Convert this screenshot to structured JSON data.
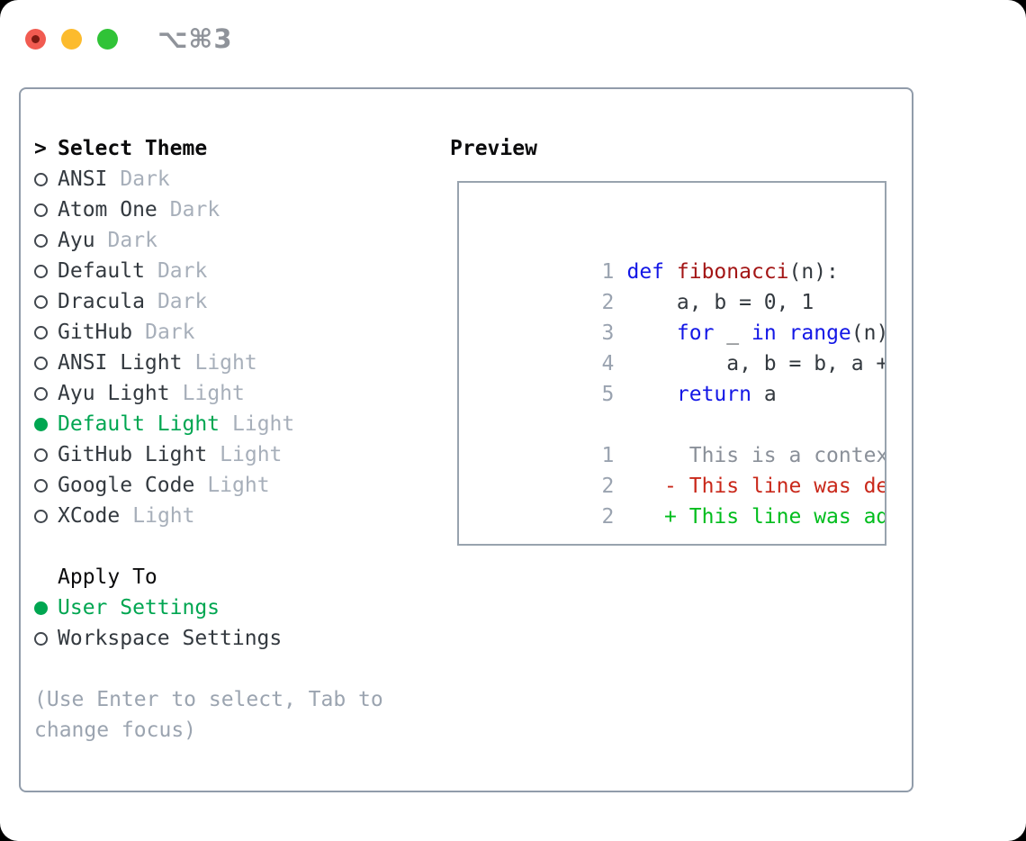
{
  "window": {
    "shortcut": "⌥⌘3",
    "traffic_lights": [
      {
        "name": "close",
        "color": "#f15b51"
      },
      {
        "name": "minimize",
        "color": "#fcbb2d"
      },
      {
        "name": "zoom",
        "color": "#30c337"
      }
    ]
  },
  "theme_panel": {
    "prompt": ">",
    "title": "Select Theme",
    "items": [
      {
        "name": "ANSI",
        "variant": "Dark",
        "selected": false
      },
      {
        "name": "Atom One",
        "variant": "Dark",
        "selected": false
      },
      {
        "name": "Ayu",
        "variant": "Dark",
        "selected": false
      },
      {
        "name": "Default",
        "variant": "Dark",
        "selected": false
      },
      {
        "name": "Dracula",
        "variant": "Dark",
        "selected": false
      },
      {
        "name": "GitHub",
        "variant": "Dark",
        "selected": false
      },
      {
        "name": "ANSI Light",
        "variant": "Light",
        "selected": false
      },
      {
        "name": "Ayu Light",
        "variant": "Light",
        "selected": false
      },
      {
        "name": "Default Light",
        "variant": "Light",
        "selected": true
      },
      {
        "name": "GitHub Light",
        "variant": "Light",
        "selected": false
      },
      {
        "name": "Google Code",
        "variant": "Light",
        "selected": false
      },
      {
        "name": "XCode",
        "variant": "Light",
        "selected": false
      }
    ]
  },
  "apply_to": {
    "title": "Apply To",
    "options": [
      {
        "label": "User Settings",
        "selected": true
      },
      {
        "label": "Workspace Settings",
        "selected": false
      }
    ]
  },
  "help_text": "(Use Enter to select, Tab to change focus)",
  "preview": {
    "title": "Preview",
    "code_lines": [
      {
        "num": "1",
        "segments": [
          {
            "c": "k",
            "t": "def"
          },
          {
            "c": "p",
            "t": " "
          },
          {
            "c": "fn",
            "t": "fibonacci"
          },
          {
            "c": "p",
            "t": "(n):"
          }
        ]
      },
      {
        "num": "2",
        "segments": [
          {
            "c": "p",
            "t": "    a, b = 0, 1"
          }
        ]
      },
      {
        "num": "3",
        "segments": [
          {
            "c": "p",
            "t": "    "
          },
          {
            "c": "k",
            "t": "for"
          },
          {
            "c": "p",
            "t": " _ "
          },
          {
            "c": "k",
            "t": "in"
          },
          {
            "c": "p",
            "t": " "
          },
          {
            "c": "k",
            "t": "range"
          },
          {
            "c": "p",
            "t": "(n):"
          }
        ]
      },
      {
        "num": "4",
        "segments": [
          {
            "c": "p",
            "t": "        a, b = b, a + b"
          }
        ]
      },
      {
        "num": "5",
        "segments": [
          {
            "c": "p",
            "t": "    "
          },
          {
            "c": "k",
            "t": "return"
          },
          {
            "c": "p",
            "t": " a"
          }
        ]
      }
    ],
    "diff_lines": [
      {
        "num": "1",
        "kind": "context",
        "text": "     This is a context line."
      },
      {
        "num": "2",
        "kind": "deleted",
        "text": "   - This line was deleted."
      },
      {
        "num": "2",
        "kind": "added",
        "text": "   + This line was added."
      }
    ]
  },
  "colors": {
    "selection_green": "#00a651",
    "added_green": "#00bd1d",
    "deleted_red": "#c9281a",
    "keyword_blue": "#1317e6",
    "function_red": "#a31515",
    "muted_gray": "#a7afba",
    "line_number_gray": "#9aa3b0",
    "border_gray": "#919caa"
  }
}
